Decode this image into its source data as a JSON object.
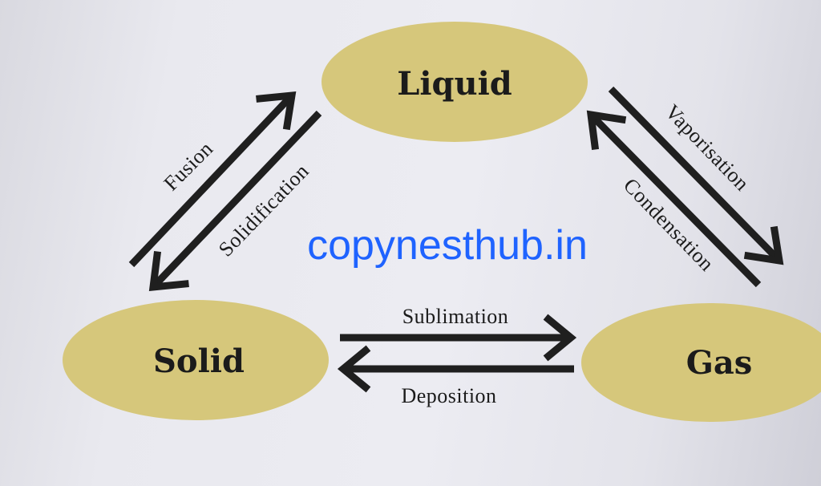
{
  "states": {
    "liquid": "Liquid",
    "solid": "Solid",
    "gas": "Gas"
  },
  "processes": {
    "fusion": "Fusion",
    "solidification": "Solidification",
    "vaporisation": "Vaporisation",
    "condensation": "Condensation",
    "sublimation": "Sublimation",
    "deposition": "Deposition"
  },
  "watermark": "copynesthub.in",
  "colors": {
    "state_fill": "#d6c77b",
    "arrow": "#1f1f1f",
    "watermark": "#1f63ff"
  }
}
